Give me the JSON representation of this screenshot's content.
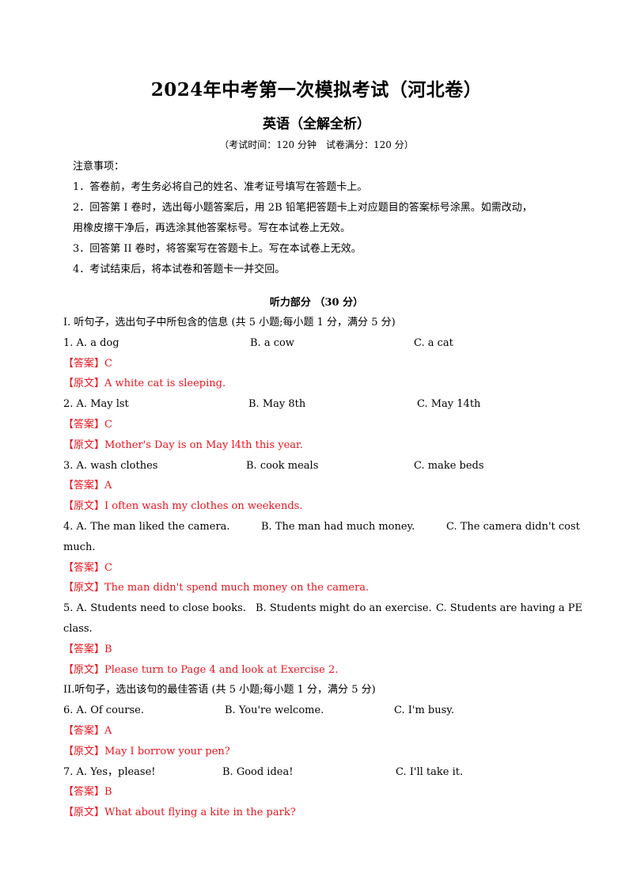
{
  "title": "2024年中考第一次模拟考试（河北卷）",
  "subtitle": "英语（全解全析）",
  "exam_info": "（考试时间：120 分钟　试卷满分：120 分）",
  "notes": {
    "heading": "注意事项：",
    "items": [
      "1．答卷前，考生务必将自己的姓名、准考证号填写在答题卡上。",
      "2．回答第 I 卷时，选出每小题答案后，用 2B 铅笔把答题卡上对应题目的答案标号涂黑。如需改动，",
      "用橡皮擦干净后，再选涂其他答案标号。写在本试卷上无效。",
      "3．回答第 II 卷时，将答案写在答题卡上。写在本试卷上无效。",
      "4．考试结束后，将本试卷和答题卡一并交回。"
    ]
  },
  "section_title": "听力部分 （30 分）",
  "part1_heading": "I. 听句子，选出句子中所包含的信息 (共 5 小题;每小题 1 分，满分 5 分)",
  "part2_heading": "II.听句子，选出该句的最佳答语 (共 5 小题;每小题 1 分，满分 5 分)",
  "answer_tag": "【答案】",
  "original_tag": "【原文】",
  "questions": [
    {
      "options": [
        "1. A. a dog",
        "B. a cow",
        "C. a cat"
      ],
      "answer": "C",
      "original": "A white cat is sleeping."
    },
    {
      "options": [
        "2. A. May lst",
        "B. May 8th",
        "C. May 14th"
      ],
      "answer": "C",
      "original": "Mother's Day is on May l4th this year."
    },
    {
      "options": [
        "3. A. wash clothes",
        "B. cook meals",
        "C. make beds"
      ],
      "answer": "A",
      "original": "I often wash my clothes on weekends."
    },
    {
      "options": [
        "4. A. The man liked the camera.",
        "B. The man had much money.",
        "C. The camera didn't cost"
      ],
      "cont": "much.",
      "answer": "C",
      "original": "The man didn't spend much money on the camera."
    },
    {
      "options": [
        "5. A. Students need to close books.",
        "B. Students might do an exercise.",
        "C. Students are having a PE"
      ],
      "cont": "class.",
      "answer": "B",
      "original": "Please turn to Page 4 and look at Exercise 2."
    },
    {
      "options": [
        "6. A. Of course.",
        "B. You're welcome.",
        "C. I'm busy."
      ],
      "answer": "A",
      "original": "May I borrow your pen?"
    },
    {
      "options": [
        "7. A. Yes，please!",
        "B. Good idea!",
        "C. I'll take it."
      ],
      "answer": "B",
      "original": "What about flying a kite in the park?"
    }
  ]
}
